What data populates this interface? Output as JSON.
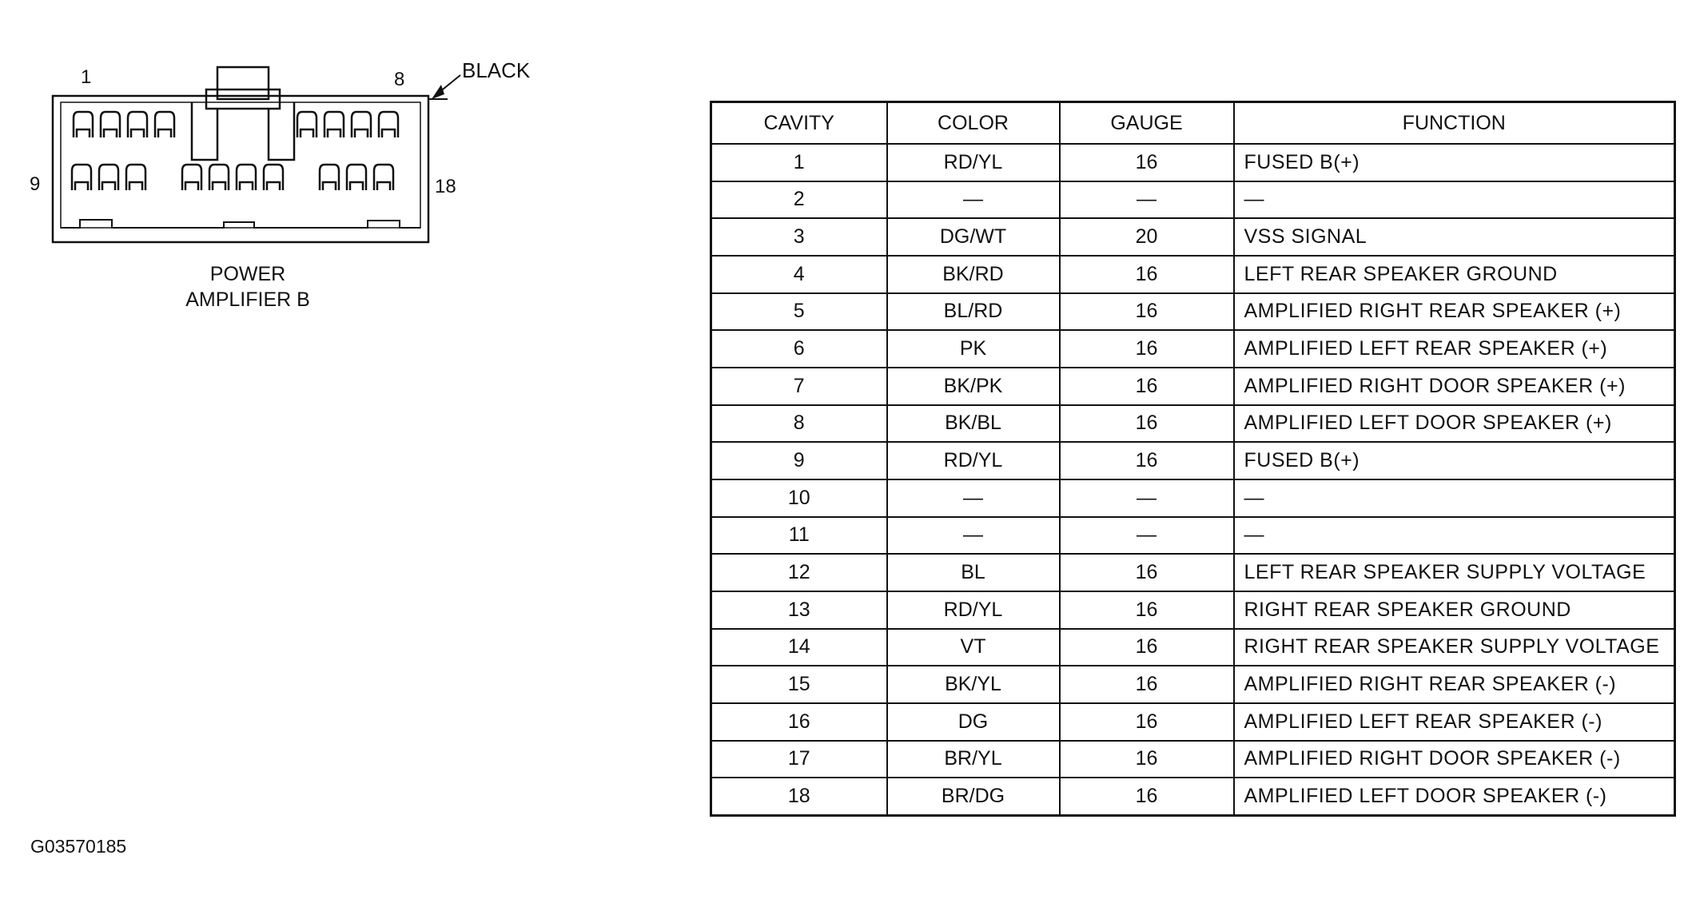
{
  "diagram": {
    "pin_labels": {
      "top_left": "1",
      "top_right": "8",
      "bottom_left": "9",
      "bottom_right": "18"
    },
    "connector_color": "BLACK",
    "caption_line1": "POWER",
    "caption_line2": "AMPLIFIER B",
    "figure_id": "G03570185"
  },
  "table": {
    "headers": {
      "cavity": "CAVITY",
      "color": "COLOR",
      "gauge": "GAUGE",
      "function": "FUNCTION"
    },
    "rows": [
      {
        "cavity": "1",
        "color": "RD/YL",
        "gauge": "16",
        "function": "FUSED B(+)"
      },
      {
        "cavity": "2",
        "color": "—",
        "gauge": "—",
        "function": "—"
      },
      {
        "cavity": "3",
        "color": "DG/WT",
        "gauge": "20",
        "function": "VSS SIGNAL"
      },
      {
        "cavity": "4",
        "color": "BK/RD",
        "gauge": "16",
        "function": "LEFT REAR SPEAKER GROUND"
      },
      {
        "cavity": "5",
        "color": "BL/RD",
        "gauge": "16",
        "function": "AMPLIFIED RIGHT REAR SPEAKER (+)"
      },
      {
        "cavity": "6",
        "color": "PK",
        "gauge": "16",
        "function": "AMPLIFIED LEFT REAR SPEAKER (+)"
      },
      {
        "cavity": "7",
        "color": "BK/PK",
        "gauge": "16",
        "function": "AMPLIFIED RIGHT DOOR SPEAKER (+)"
      },
      {
        "cavity": "8",
        "color": "BK/BL",
        "gauge": "16",
        "function": "AMPLIFIED LEFT DOOR SPEAKER (+)"
      },
      {
        "cavity": "9",
        "color": "RD/YL",
        "gauge": "16",
        "function": "FUSED B(+)"
      },
      {
        "cavity": "10",
        "color": "—",
        "gauge": "—",
        "function": "—"
      },
      {
        "cavity": "11",
        "color": "—",
        "gauge": "—",
        "function": "—"
      },
      {
        "cavity": "12",
        "color": "BL",
        "gauge": "16",
        "function": "LEFT REAR SPEAKER SUPPLY VOLTAGE"
      },
      {
        "cavity": "13",
        "color": "RD/YL",
        "gauge": "16",
        "function": "RIGHT REAR SPEAKER GROUND"
      },
      {
        "cavity": "14",
        "color": "VT",
        "gauge": "16",
        "function": "RIGHT REAR SPEAKER SUPPLY VOLTAGE"
      },
      {
        "cavity": "15",
        "color": "BK/YL",
        "gauge": "16",
        "function": "AMPLIFIED RIGHT REAR SPEAKER (-)"
      },
      {
        "cavity": "16",
        "color": "DG",
        "gauge": "16",
        "function": "AMPLIFIED LEFT REAR SPEAKER (-)"
      },
      {
        "cavity": "17",
        "color": "BR/YL",
        "gauge": "16",
        "function": "AMPLIFIED RIGHT DOOR SPEAKER (-)"
      },
      {
        "cavity": "18",
        "color": "BR/DG",
        "gauge": "16",
        "function": "AMPLIFIED LEFT DOOR SPEAKER (-)"
      }
    ]
  }
}
